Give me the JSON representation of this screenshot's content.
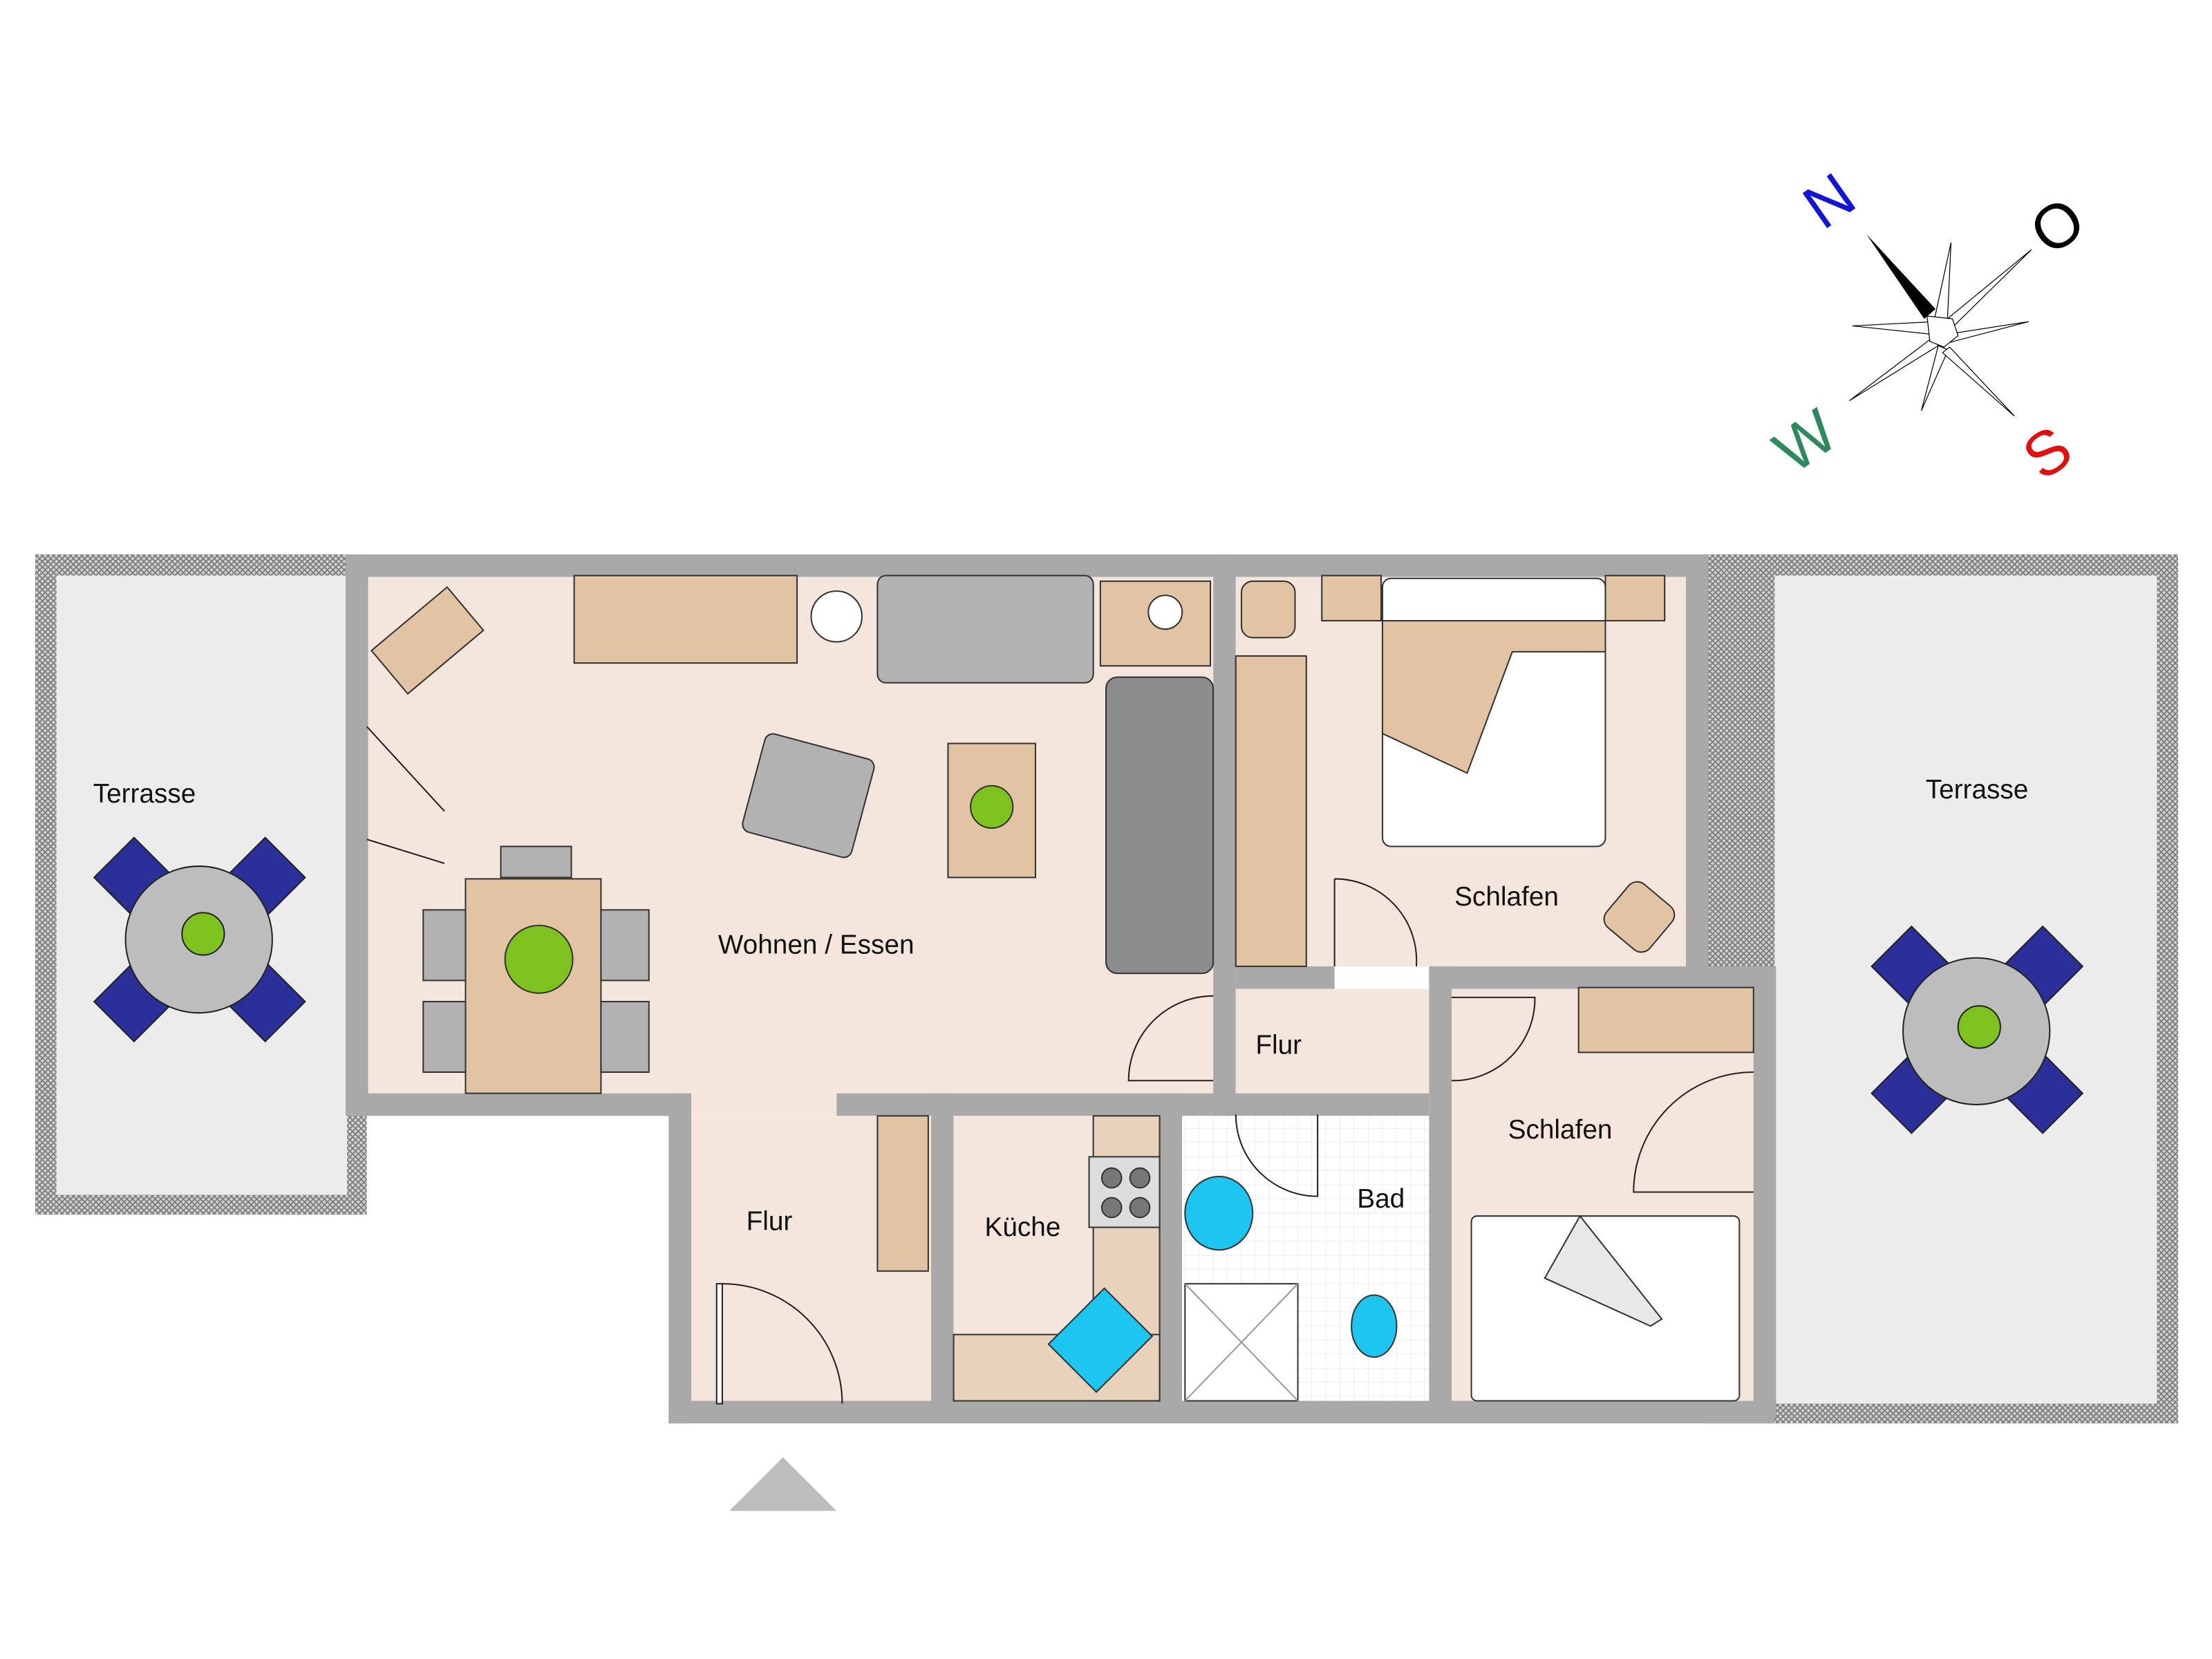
{
  "rooms": {
    "terrace_west": "Terrasse",
    "terrace_east": "Terrasse",
    "living": "Wohnen / Essen",
    "bedroom_1": "Schlafen",
    "bedroom_2": "Schlafen",
    "hall_mid": "Flur",
    "hall_entry": "Flur",
    "kitchen": "Küche",
    "bath": "Bad"
  },
  "compass": {
    "north": "N",
    "east": "O",
    "south": "S",
    "west": "W"
  },
  "colors": {
    "floor": "#f4e6dc",
    "wall": "#a9a9a9",
    "terrace": "#ececec",
    "wood": "#e2c4a4",
    "sofa": "#8c8c8c",
    "chair": "#2b2f99",
    "water": "#1cc6f0",
    "plant": "#7dc21e",
    "north": "#1414d8",
    "east": "#000000",
    "south": "#e01010",
    "west": "#2e8a5e"
  }
}
